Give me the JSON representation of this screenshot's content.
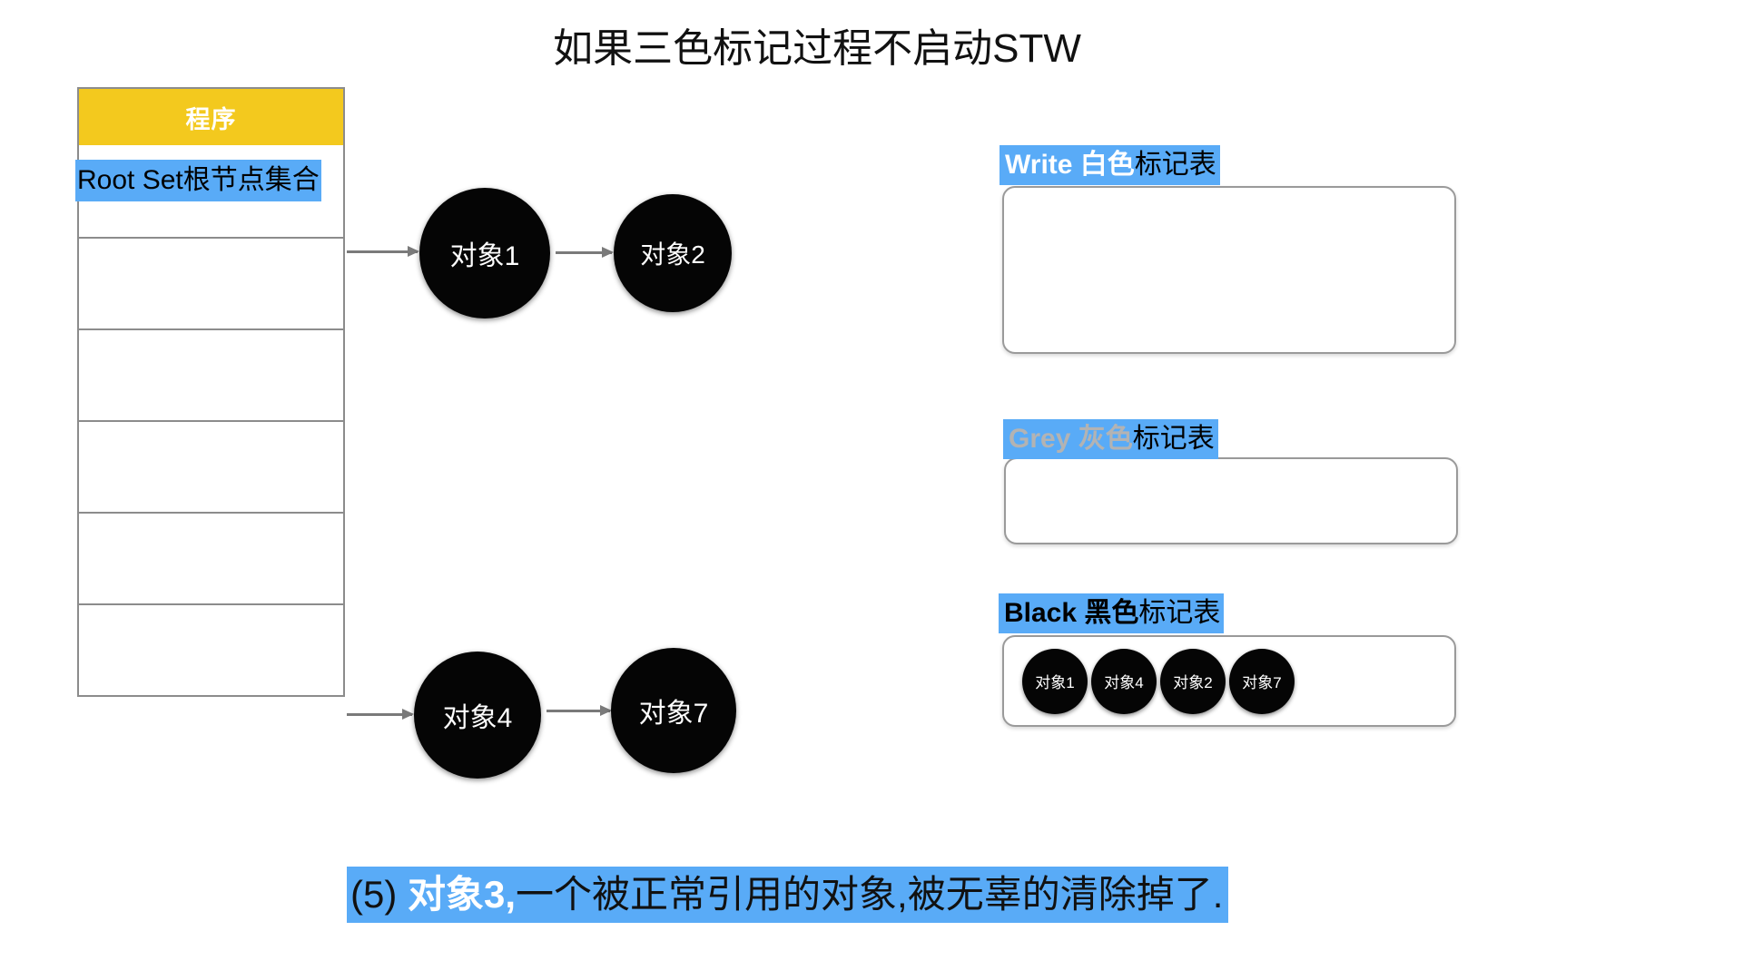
{
  "title": "如果三色标记过程不启动STW",
  "colors": {
    "highlight_blue": "#59ABF7",
    "header_yellow": "#F3C91E",
    "node_black": "#050505",
    "border_grey": "#8c8c8c",
    "grey_text": "#b3b3b3"
  },
  "program_table": {
    "header": "程序",
    "root_set_label": "Root Set根节点集合",
    "empty_row_count": 6
  },
  "graph": {
    "nodes": [
      {
        "id": "obj1",
        "label": "对象1"
      },
      {
        "id": "obj2",
        "label": "对象2"
      },
      {
        "id": "obj4",
        "label": "对象4"
      },
      {
        "id": "obj7",
        "label": "对象7"
      }
    ],
    "edges": [
      {
        "from": "root-set",
        "to": "obj1"
      },
      {
        "from": "obj1",
        "to": "obj2"
      },
      {
        "from": "root-set",
        "to": "obj4"
      },
      {
        "from": "obj4",
        "to": "obj7"
      }
    ]
  },
  "mark_tables": [
    {
      "id": "white",
      "en": "Write",
      "zh_color": " 白色",
      "zh_rest": "标记表",
      "items": []
    },
    {
      "id": "grey",
      "en": "Grey",
      "zh_color": " 灰色",
      "zh_rest": "标记表",
      "items": []
    },
    {
      "id": "black",
      "en": "Black",
      "zh_color": " 黑色",
      "zh_rest": "标记表",
      "items": [
        "对象1",
        "对象4",
        "对象2",
        "对象7"
      ]
    }
  ],
  "caption": {
    "prefix": "(5) ",
    "object": "对象3,",
    "rest": "一个被正常引用的对象,被无辜的清除掉了."
  }
}
